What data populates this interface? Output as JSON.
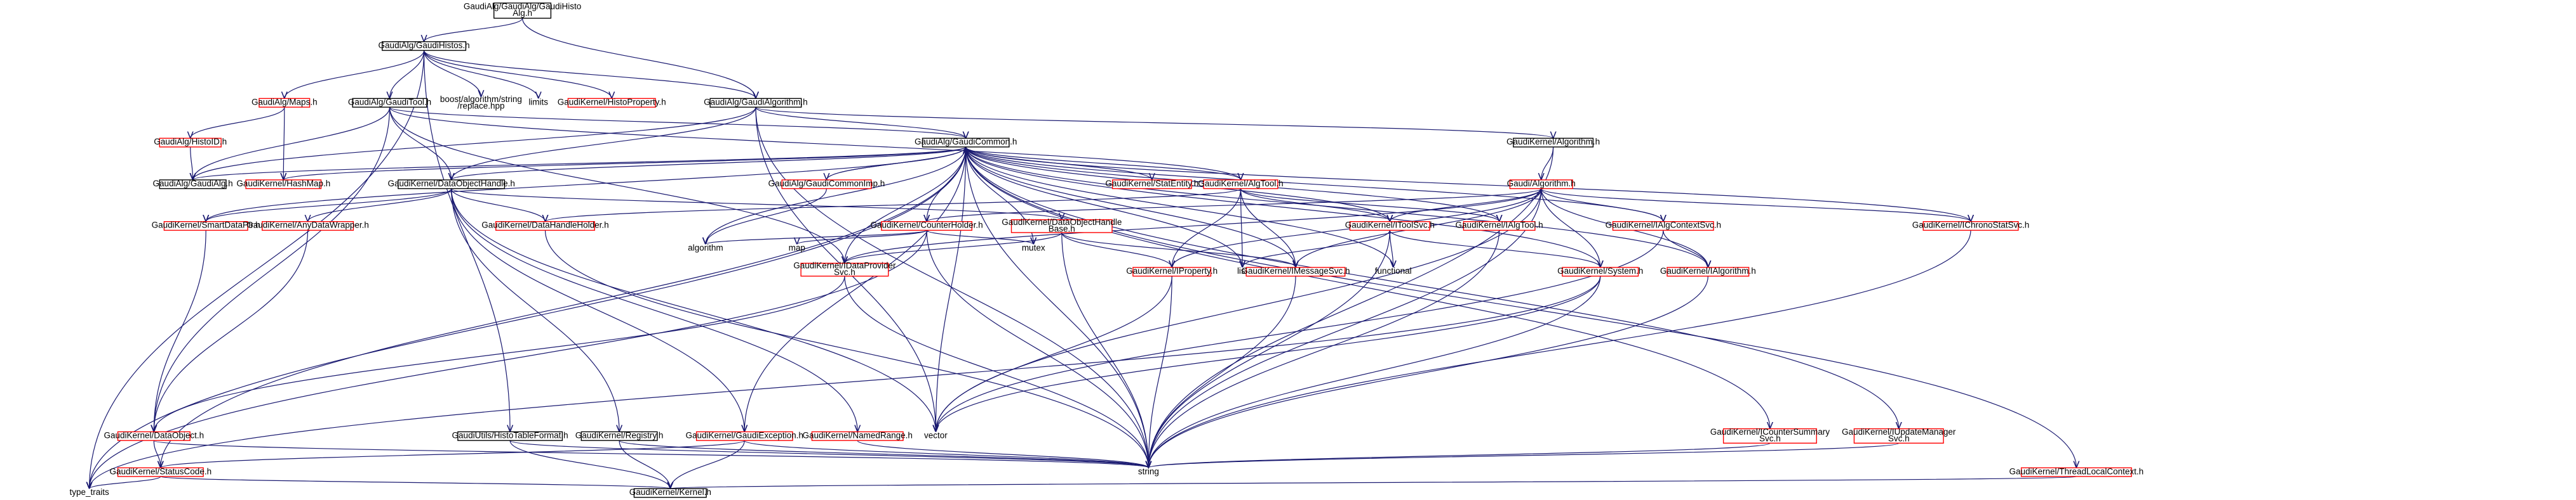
{
  "graph": {
    "colors": {
      "edge": "#191970",
      "root_fill": "#bfbfbf",
      "root_border": "#000000",
      "linked_border": "#000000",
      "external_border": "#ff0000",
      "plain_text": "#000000"
    },
    "nodes": [
      {
        "id": "root",
        "kind": "root",
        "lines": [
          "GaudiAlg/GaudiAlg/GaudiHisto",
          "Alg.h"
        ]
      },
      {
        "id": "histos",
        "kind": "linked",
        "lines": [
          "GaudiAlg/GaudiHistos.h"
        ]
      },
      {
        "id": "galgorithm",
        "kind": "linked",
        "lines": [
          "GaudiAlg/GaudiAlgorithm.h"
        ]
      },
      {
        "id": "maps",
        "kind": "external",
        "lines": [
          "GaudiAlg/Maps.h"
        ]
      },
      {
        "id": "gtool",
        "kind": "linked",
        "lines": [
          "GaudiAlg/GaudiTool.h"
        ]
      },
      {
        "id": "boost",
        "kind": "plain",
        "lines": [
          "boost/algorithm/string",
          "/replace.hpp"
        ]
      },
      {
        "id": "limits",
        "kind": "plain",
        "lines": [
          "limits"
        ]
      },
      {
        "id": "histoprop",
        "kind": "external",
        "lines": [
          "GaudiKernel/HistoProperty.h"
        ]
      },
      {
        "id": "histoid",
        "kind": "external",
        "lines": [
          "GaudiAlg/HistoID.h"
        ]
      },
      {
        "id": "gcommon",
        "kind": "linked",
        "lines": [
          "GaudiAlg/GaudiCommon.h"
        ]
      },
      {
        "id": "kalgorithm",
        "kind": "linked",
        "lines": [
          "GaudiKernel/Algorithm.h"
        ]
      },
      {
        "id": "galg",
        "kind": "linked",
        "lines": [
          "GaudiAlg/GaudiAlg.h"
        ]
      },
      {
        "id": "hashmap",
        "kind": "external",
        "lines": [
          "GaudiKernel/HashMap.h"
        ]
      },
      {
        "id": "dohandle",
        "kind": "linked",
        "lines": [
          "GaudiKernel/DataObjectHandle.h"
        ]
      },
      {
        "id": "gcimp",
        "kind": "external",
        "lines": [
          "GaudiAlg/GaudiCommonImp.h"
        ]
      },
      {
        "id": "statentity",
        "kind": "external",
        "lines": [
          "GaudiKernel/StatEntity.h"
        ]
      },
      {
        "id": "algtool",
        "kind": "external",
        "lines": [
          "GaudiKernel/AlgTool.h"
        ]
      },
      {
        "id": "galgorithm2",
        "kind": "external",
        "lines": [
          "Gaudi/Algorithm.h"
        ]
      },
      {
        "id": "smartdataptr",
        "kind": "external",
        "lines": [
          "GaudiKernel/SmartDataPtr.h"
        ]
      },
      {
        "id": "anydatawrapper",
        "kind": "external",
        "lines": [
          "GaudiKernel/AnyDataWrapper.h"
        ]
      },
      {
        "id": "dhholder",
        "kind": "external",
        "lines": [
          "GaudiKernel/DataHandleHolder.h"
        ]
      },
      {
        "id": "counterholder",
        "kind": "external",
        "lines": [
          "GaudiKernel/CounterHolder.h"
        ]
      },
      {
        "id": "dohbase",
        "kind": "external",
        "lines": [
          "GaudiKernel/DataObjectHandle",
          "Base.h"
        ]
      },
      {
        "id": "itoolsvc",
        "kind": "external",
        "lines": [
          "GaudiKernel/IToolSvc.h"
        ]
      },
      {
        "id": "ialgtool",
        "kind": "external",
        "lines": [
          "GaudiKernel/IAlgTool.h"
        ]
      },
      {
        "id": "ialgcontext",
        "kind": "external",
        "lines": [
          "GaudiKernel/IAlgContextSvc.h"
        ]
      },
      {
        "id": "ichrono",
        "kind": "external",
        "lines": [
          "GaudiKernel/IChronoStatSvc.h"
        ]
      },
      {
        "id": "algorithmstd",
        "kind": "plain",
        "lines": [
          "algorithm"
        ]
      },
      {
        "id": "map",
        "kind": "plain",
        "lines": [
          "map"
        ]
      },
      {
        "id": "idataprovider",
        "kind": "external",
        "lines": [
          "GaudiKernel/IDataProvider",
          "Svc.h"
        ]
      },
      {
        "id": "mutex",
        "kind": "plain",
        "lines": [
          "mutex"
        ]
      },
      {
        "id": "iproperty",
        "kind": "external",
        "lines": [
          "GaudiKernel/IProperty.h"
        ]
      },
      {
        "id": "list",
        "kind": "plain",
        "lines": [
          "list"
        ]
      },
      {
        "id": "imessagesvc",
        "kind": "external",
        "lines": [
          "GaudiKernel/IMessageSvc.h"
        ]
      },
      {
        "id": "functional",
        "kind": "plain",
        "lines": [
          "functional"
        ]
      },
      {
        "id": "system",
        "kind": "external",
        "lines": [
          "GaudiKernel/System.h"
        ]
      },
      {
        "id": "ialgorithm",
        "kind": "external",
        "lines": [
          "GaudiKernel/IAlgorithm.h"
        ]
      },
      {
        "id": "dataobject",
        "kind": "external",
        "lines": [
          "GaudiKernel/DataObject.h"
        ]
      },
      {
        "id": "histotableformat",
        "kind": "linked",
        "lines": [
          "GaudiUtils/HistoTableFormat.h"
        ]
      },
      {
        "id": "registry",
        "kind": "linked",
        "lines": [
          "GaudiKernel/Registry.h"
        ]
      },
      {
        "id": "gexception",
        "kind": "external",
        "lines": [
          "GaudiKernel/GaudiException.h"
        ]
      },
      {
        "id": "namedrange",
        "kind": "external",
        "lines": [
          "GaudiKernel/NamedRange.h"
        ]
      },
      {
        "id": "vector",
        "kind": "plain",
        "lines": [
          "vector"
        ]
      },
      {
        "id": "icountersummary",
        "kind": "external",
        "lines": [
          "GaudiKernel/ICounterSummary",
          "Svc.h"
        ]
      },
      {
        "id": "iupdatemanager",
        "kind": "external",
        "lines": [
          "GaudiKernel/IUpdateManager",
          "Svc.h"
        ]
      },
      {
        "id": "statuscode",
        "kind": "external",
        "lines": [
          "GaudiKernel/StatusCode.h"
        ]
      },
      {
        "id": "string",
        "kind": "plain",
        "lines": [
          "string"
        ]
      },
      {
        "id": "threadlocal",
        "kind": "external",
        "lines": [
          "GaudiKernel/ThreadLocalContext.h"
        ]
      },
      {
        "id": "typetraits",
        "kind": "plain",
        "lines": [
          "type_traits"
        ]
      },
      {
        "id": "kernel",
        "kind": "linked",
        "lines": [
          "GaudiKernel/Kernel.h"
        ]
      }
    ],
    "edges": [
      [
        "root",
        "histos"
      ],
      [
        "root",
        "galgorithm"
      ],
      [
        "histos",
        "maps"
      ],
      [
        "histos",
        "gtool"
      ],
      [
        "histos",
        "boost"
      ],
      [
        "histos",
        "limits"
      ],
      [
        "histos",
        "histoprop"
      ],
      [
        "histos",
        "galgorithm"
      ],
      [
        "histos",
        "typetraits"
      ],
      [
        "histos",
        "histotableformat"
      ],
      [
        "maps",
        "histoid"
      ],
      [
        "maps",
        "hashmap"
      ],
      [
        "histoid",
        "galg"
      ],
      [
        "gtool",
        "galg"
      ],
      [
        "gtool",
        "gcommon"
      ],
      [
        "gtool",
        "dohandle"
      ],
      [
        "gtool",
        "dataobject"
      ],
      [
        "gtool",
        "algtool"
      ],
      [
        "gtool",
        "idataprovider"
      ],
      [
        "galgorithm",
        "galg"
      ],
      [
        "galgorithm",
        "gcommon"
      ],
      [
        "galgorithm",
        "dohandle"
      ],
      [
        "galgorithm",
        "kalgorithm"
      ],
      [
        "galgorithm",
        "vector"
      ],
      [
        "galgorithm",
        "string"
      ],
      [
        "kalgorithm",
        "galgorithm2"
      ],
      [
        "kalgorithm",
        "string"
      ],
      [
        "gcommon",
        "galg"
      ],
      [
        "gcommon",
        "hashmap"
      ],
      [
        "gcommon",
        "dohandle"
      ],
      [
        "gcommon",
        "gcimp"
      ],
      [
        "gcommon",
        "statentity"
      ],
      [
        "gcommon",
        "algtool"
      ],
      [
        "gcommon",
        "smartdataptr"
      ],
      [
        "gcommon",
        "counterholder"
      ],
      [
        "gcommon",
        "itoolsvc"
      ],
      [
        "gcommon",
        "ialgtool"
      ],
      [
        "gcommon",
        "ialgcontext"
      ],
      [
        "gcommon",
        "ichrono"
      ],
      [
        "gcommon",
        "algorithmstd"
      ],
      [
        "gcommon",
        "idataprovider"
      ],
      [
        "gcommon",
        "mutex"
      ],
      [
        "gcommon",
        "list"
      ],
      [
        "gcommon",
        "imessagesvc"
      ],
      [
        "gcommon",
        "functional"
      ],
      [
        "gcommon",
        "system"
      ],
      [
        "gcommon",
        "ialgorithm"
      ],
      [
        "gcommon",
        "gexception"
      ],
      [
        "gcommon",
        "vector"
      ],
      [
        "gcommon",
        "icountersummary"
      ],
      [
        "gcommon",
        "iupdatemanager"
      ],
      [
        "gcommon",
        "statuscode"
      ],
      [
        "gcommon",
        "string"
      ],
      [
        "gcommon",
        "threadlocal"
      ],
      [
        "gcommon",
        "typetraits"
      ],
      [
        "gcimp",
        "gcommon"
      ],
      [
        "gcimp",
        "algorithmstd"
      ],
      [
        "dohandle",
        "dhholder"
      ],
      [
        "dohandle",
        "dohbase"
      ],
      [
        "dohandle",
        "anydatawrapper"
      ],
      [
        "dohandle",
        "smartdataptr"
      ],
      [
        "dohandle",
        "registry"
      ],
      [
        "dohandle",
        "namedrange"
      ],
      [
        "dohandle",
        "gexception"
      ],
      [
        "dohandle",
        "vector"
      ],
      [
        "algtool",
        "dhholder"
      ],
      [
        "algtool",
        "iproperty"
      ],
      [
        "algtool",
        "imessagesvc"
      ],
      [
        "algtool",
        "list"
      ],
      [
        "algtool",
        "itoolsvc"
      ],
      [
        "algtool",
        "ialgtool"
      ],
      [
        "galgorithm2",
        "counterholder"
      ],
      [
        "galgorithm2",
        "iproperty"
      ],
      [
        "galgorithm2",
        "imessagesvc"
      ],
      [
        "galgorithm2",
        "itoolsvc"
      ],
      [
        "galgorithm2",
        "ialgcontext"
      ],
      [
        "galgorithm2",
        "ichrono"
      ],
      [
        "galgorithm2",
        "system"
      ],
      [
        "galgorithm2",
        "ialgorithm"
      ],
      [
        "galgorithm2",
        "vector"
      ],
      [
        "galgorithm2",
        "string"
      ],
      [
        "galgorithm2",
        "idataprovider"
      ],
      [
        "smartdataptr",
        "dataobject"
      ],
      [
        "anydatawrapper",
        "dataobject"
      ],
      [
        "dhholder",
        "string"
      ],
      [
        "counterholder",
        "algorithmstd"
      ],
      [
        "counterholder",
        "map"
      ],
      [
        "counterholder",
        "mutex"
      ],
      [
        "counterholder",
        "string"
      ],
      [
        "counterholder",
        "typetraits"
      ],
      [
        "dohbase",
        "idataprovider"
      ],
      [
        "dohbase",
        "iproperty"
      ],
      [
        "dohbase",
        "imessagesvc"
      ],
      [
        "dohbase",
        "string"
      ],
      [
        "itoolsvc",
        "list"
      ],
      [
        "itoolsvc",
        "functional"
      ],
      [
        "itoolsvc",
        "string"
      ],
      [
        "itoolsvc",
        "system"
      ],
      [
        "ialgtool",
        "string"
      ],
      [
        "ialgcontext",
        "ialgorithm"
      ],
      [
        "ialgcontext",
        "vector"
      ],
      [
        "ichrono",
        "string"
      ],
      [
        "idataprovider",
        "dataobject"
      ],
      [
        "idataprovider",
        "string"
      ],
      [
        "iproperty",
        "vector"
      ],
      [
        "iproperty",
        "string"
      ],
      [
        "imessagesvc",
        "string"
      ],
      [
        "system",
        "vector"
      ],
      [
        "system",
        "string"
      ],
      [
        "system",
        "typetraits"
      ],
      [
        "ialgorithm",
        "string"
      ],
      [
        "dataobject",
        "statuscode"
      ],
      [
        "dataobject",
        "string"
      ],
      [
        "histotableformat",
        "string"
      ],
      [
        "histotableformat",
        "kernel"
      ],
      [
        "registry",
        "string"
      ],
      [
        "registry",
        "kernel"
      ],
      [
        "gexception",
        "statuscode"
      ],
      [
        "gexception",
        "string"
      ],
      [
        "gexception",
        "kernel"
      ],
      [
        "namedrange",
        "string"
      ],
      [
        "icountersummary",
        "string"
      ],
      [
        "iupdatemanager",
        "string"
      ],
      [
        "statuscode",
        "kernel"
      ],
      [
        "statuscode",
        "typetraits"
      ],
      [
        "threadlocal",
        "kernel"
      ]
    ]
  }
}
